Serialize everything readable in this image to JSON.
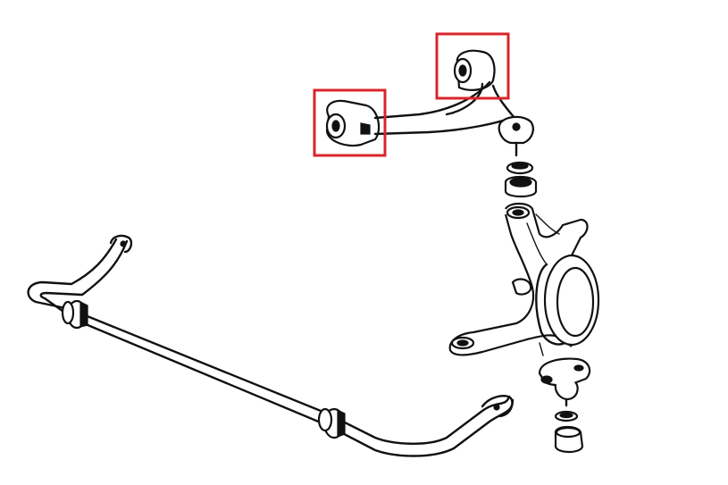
{
  "diagram": {
    "colors": {
      "line": "#111111",
      "background": "#ffffff",
      "highlight": "#d9252b"
    },
    "parts": [
      {
        "id": "stabilizer-bar"
      },
      {
        "id": "upper-control-arm"
      },
      {
        "id": "upper-ball-joint"
      },
      {
        "id": "steering-knuckle"
      },
      {
        "id": "lower-ball-joint"
      }
    ],
    "highlights": [
      {
        "target": "upper-arm-front-bushing"
      },
      {
        "target": "upper-arm-rear-bushing"
      }
    ]
  }
}
